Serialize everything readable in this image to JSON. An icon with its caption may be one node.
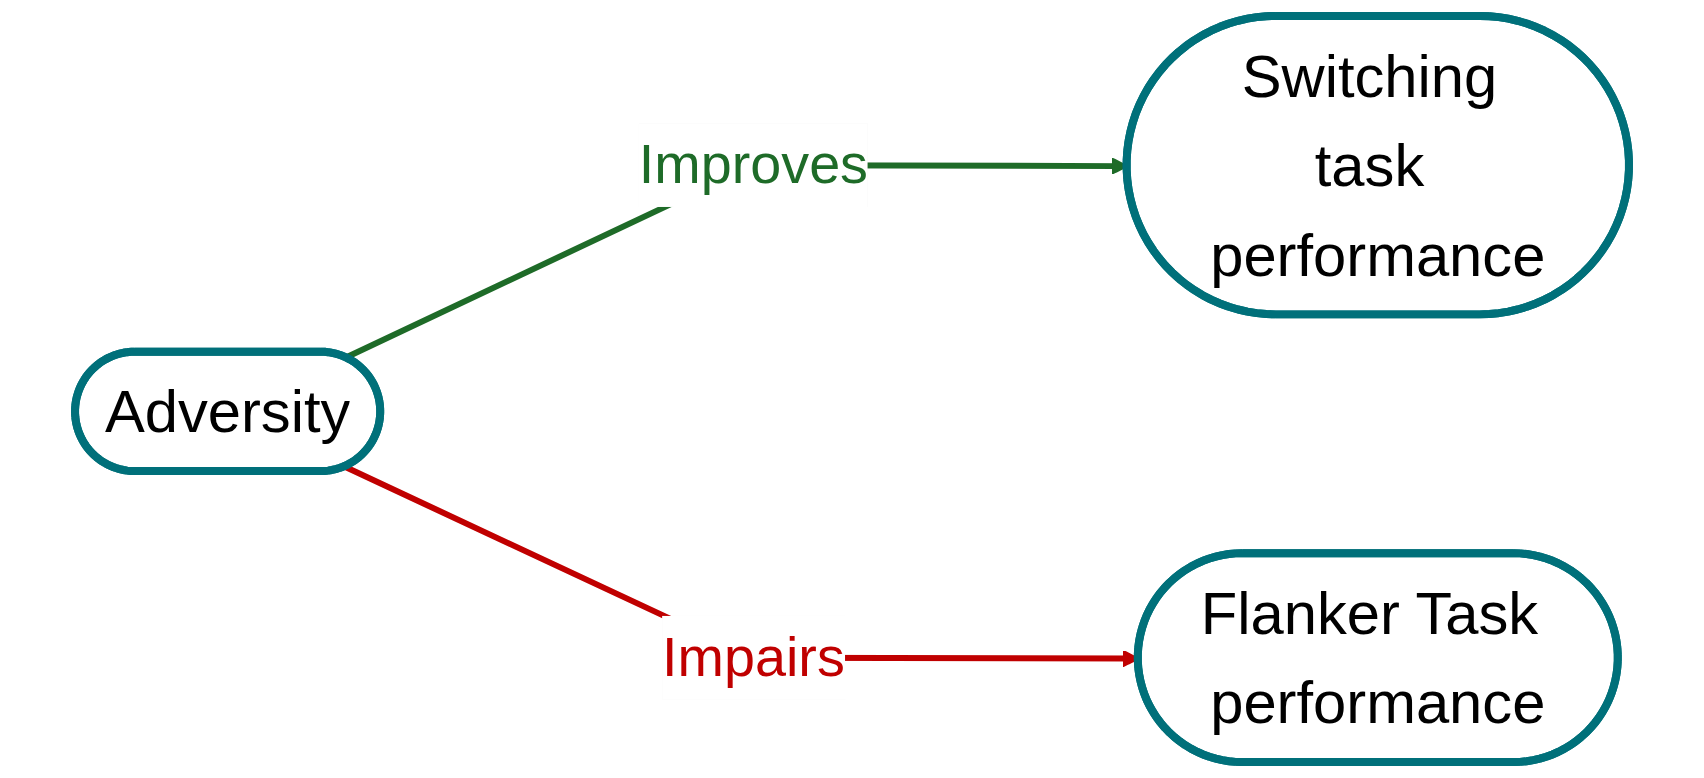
{
  "diagram": {
    "nodes": [
      {
        "text": [
          "Adversity"
        ]
      },
      {
        "text": [
          "Switching task performance"
        ]
      },
      {
        "text": [
          "Flanker Task performance"
        ]
      }
    ],
    "edges": [
      {
        "from": 0,
        "to": 1,
        "arrow": "to",
        "label": "Improves",
        "color": "#1e6b28"
      },
      {
        "from": 0,
        "to": 2,
        "arrow": "to",
        "label": "Impairs",
        "color": "#c00000"
      }
    ]
  }
}
